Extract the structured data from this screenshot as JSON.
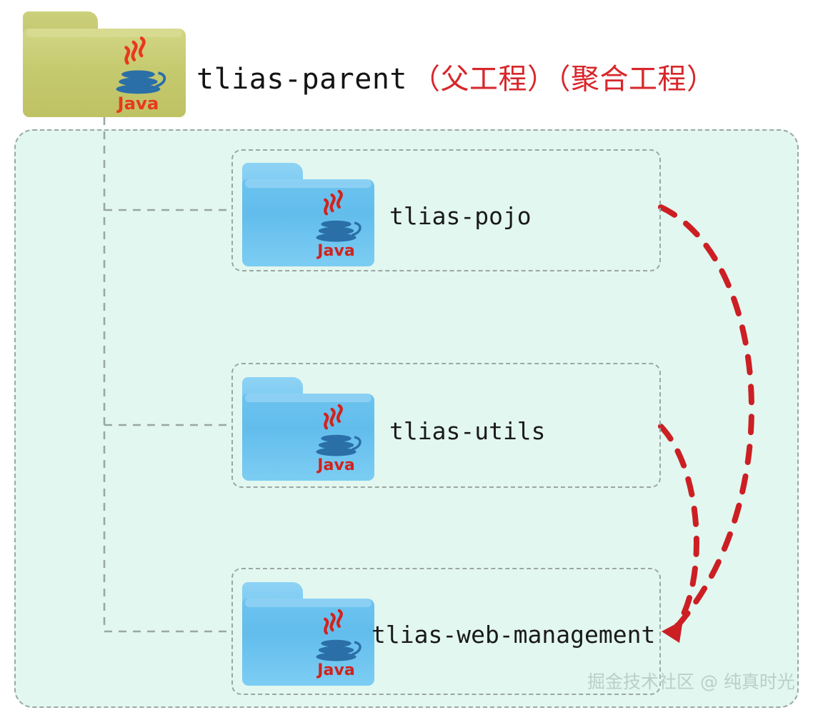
{
  "diagram": {
    "title_main": "tlias-parent",
    "title_note": "（父工程）（聚合工程）",
    "parent_folder_name": "tlias-parent",
    "parent_folder_icon": "java-folder-icon",
    "java_logo_text": "Java",
    "modules": [
      {
        "id": "pojo",
        "label": "tlias-pojo",
        "icon": "java-folder-icon"
      },
      {
        "id": "utils",
        "label": "tlias-utils",
        "icon": "java-folder-icon"
      },
      {
        "id": "webmgr",
        "label": "tlias-web-management",
        "icon": "java-folder-icon"
      }
    ],
    "dependency_arrows": [
      {
        "from": "tlias-pojo",
        "to": "tlias-web-management",
        "style": "dashed-curve",
        "color": "#cc1f24"
      },
      {
        "from": "tlias-utils",
        "to": "tlias-web-management",
        "style": "dashed-curve",
        "color": "#cc1f24"
      }
    ],
    "watermark": "掘金技术社区 @ 纯真时光",
    "colors": {
      "container_fill": "#e2f7ef",
      "dashed_border": "#9aa7a3",
      "parent_folder": "#c6ca6f",
      "child_folder": "#6dc3ef",
      "arrow_red": "#cc1f24",
      "note_red": "#d7272b",
      "watermark": "#b9cfc8"
    }
  }
}
